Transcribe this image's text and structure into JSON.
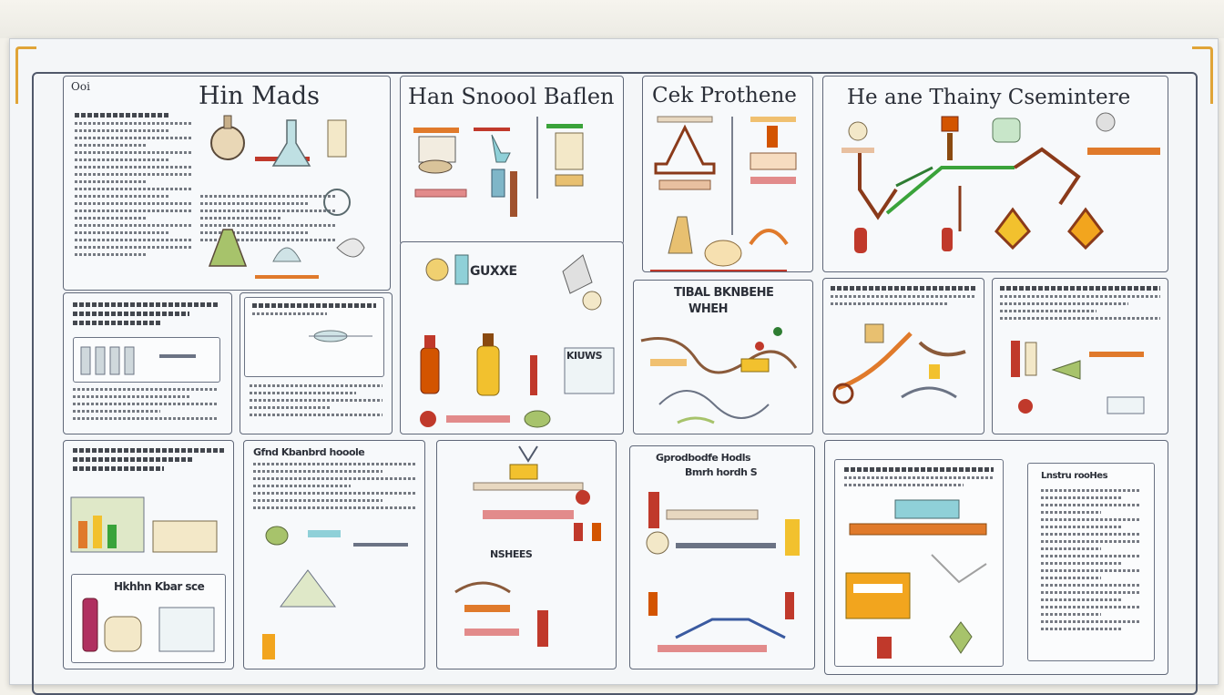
{
  "poster": {
    "panel1_title": "Hin Mads",
    "panel1_prefix": "Ooi",
    "panel2_title": "Han Snoool Baflen",
    "panel3_title": "Cek Prothene",
    "panel4_title": "He ane Thainy Csemintere",
    "label_guxxle": "GUXXE",
    "label_kiuws": "KIUWS",
    "label_wiheh": "WHEH",
    "label_tibal": "TIBAL BKNBEHE",
    "label_hkhn": "Hkhhn Kbar sce",
    "label_gfnd": "Gfnd Kbanbrd hooole",
    "label_gprod": "Gprodbodfe Hodls",
    "label_bmrh": "Bmrh hordh S",
    "label_nshes": "NSHEES",
    "label_lnstru": "Lnstru rooHes"
  },
  "colors": {
    "frame": "#50586a",
    "clip": "#e0a437",
    "orange": "#e07a2b",
    "green": "#3aa33a",
    "red": "#c0392b",
    "amber": "#f2a51e"
  }
}
